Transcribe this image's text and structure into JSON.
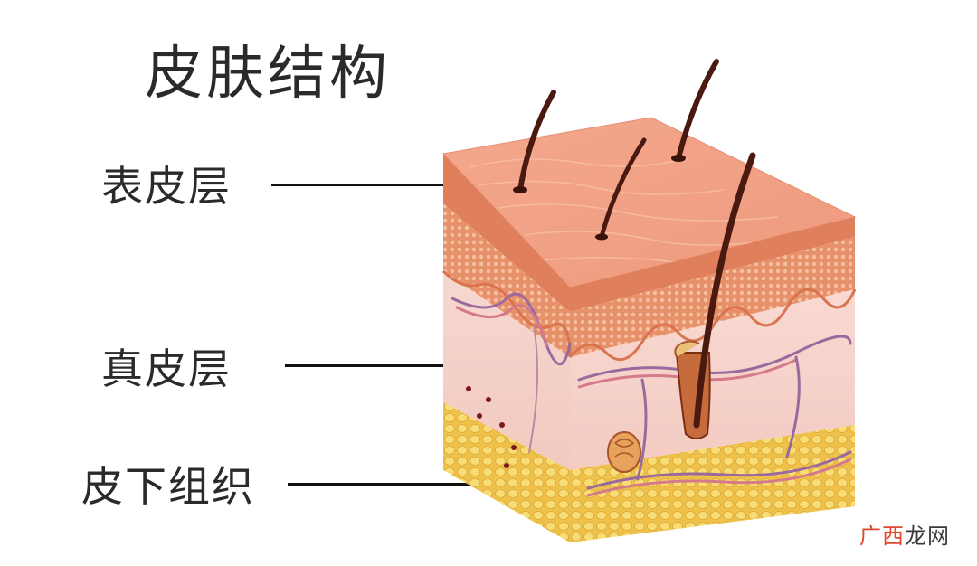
{
  "title": "皮肤结构",
  "labels": {
    "epidermis": "表皮层",
    "dermis": "真皮层",
    "hypodermis": "皮下组织"
  },
  "watermark": {
    "part1": "广西",
    "part2": "龙网"
  },
  "colors": {
    "epidermis_top": "#f2a287",
    "dermis": "#f5cfc8",
    "fat": "#f1c84e",
    "hair": "#4a1a10",
    "vessel": "#9a6a9e"
  }
}
